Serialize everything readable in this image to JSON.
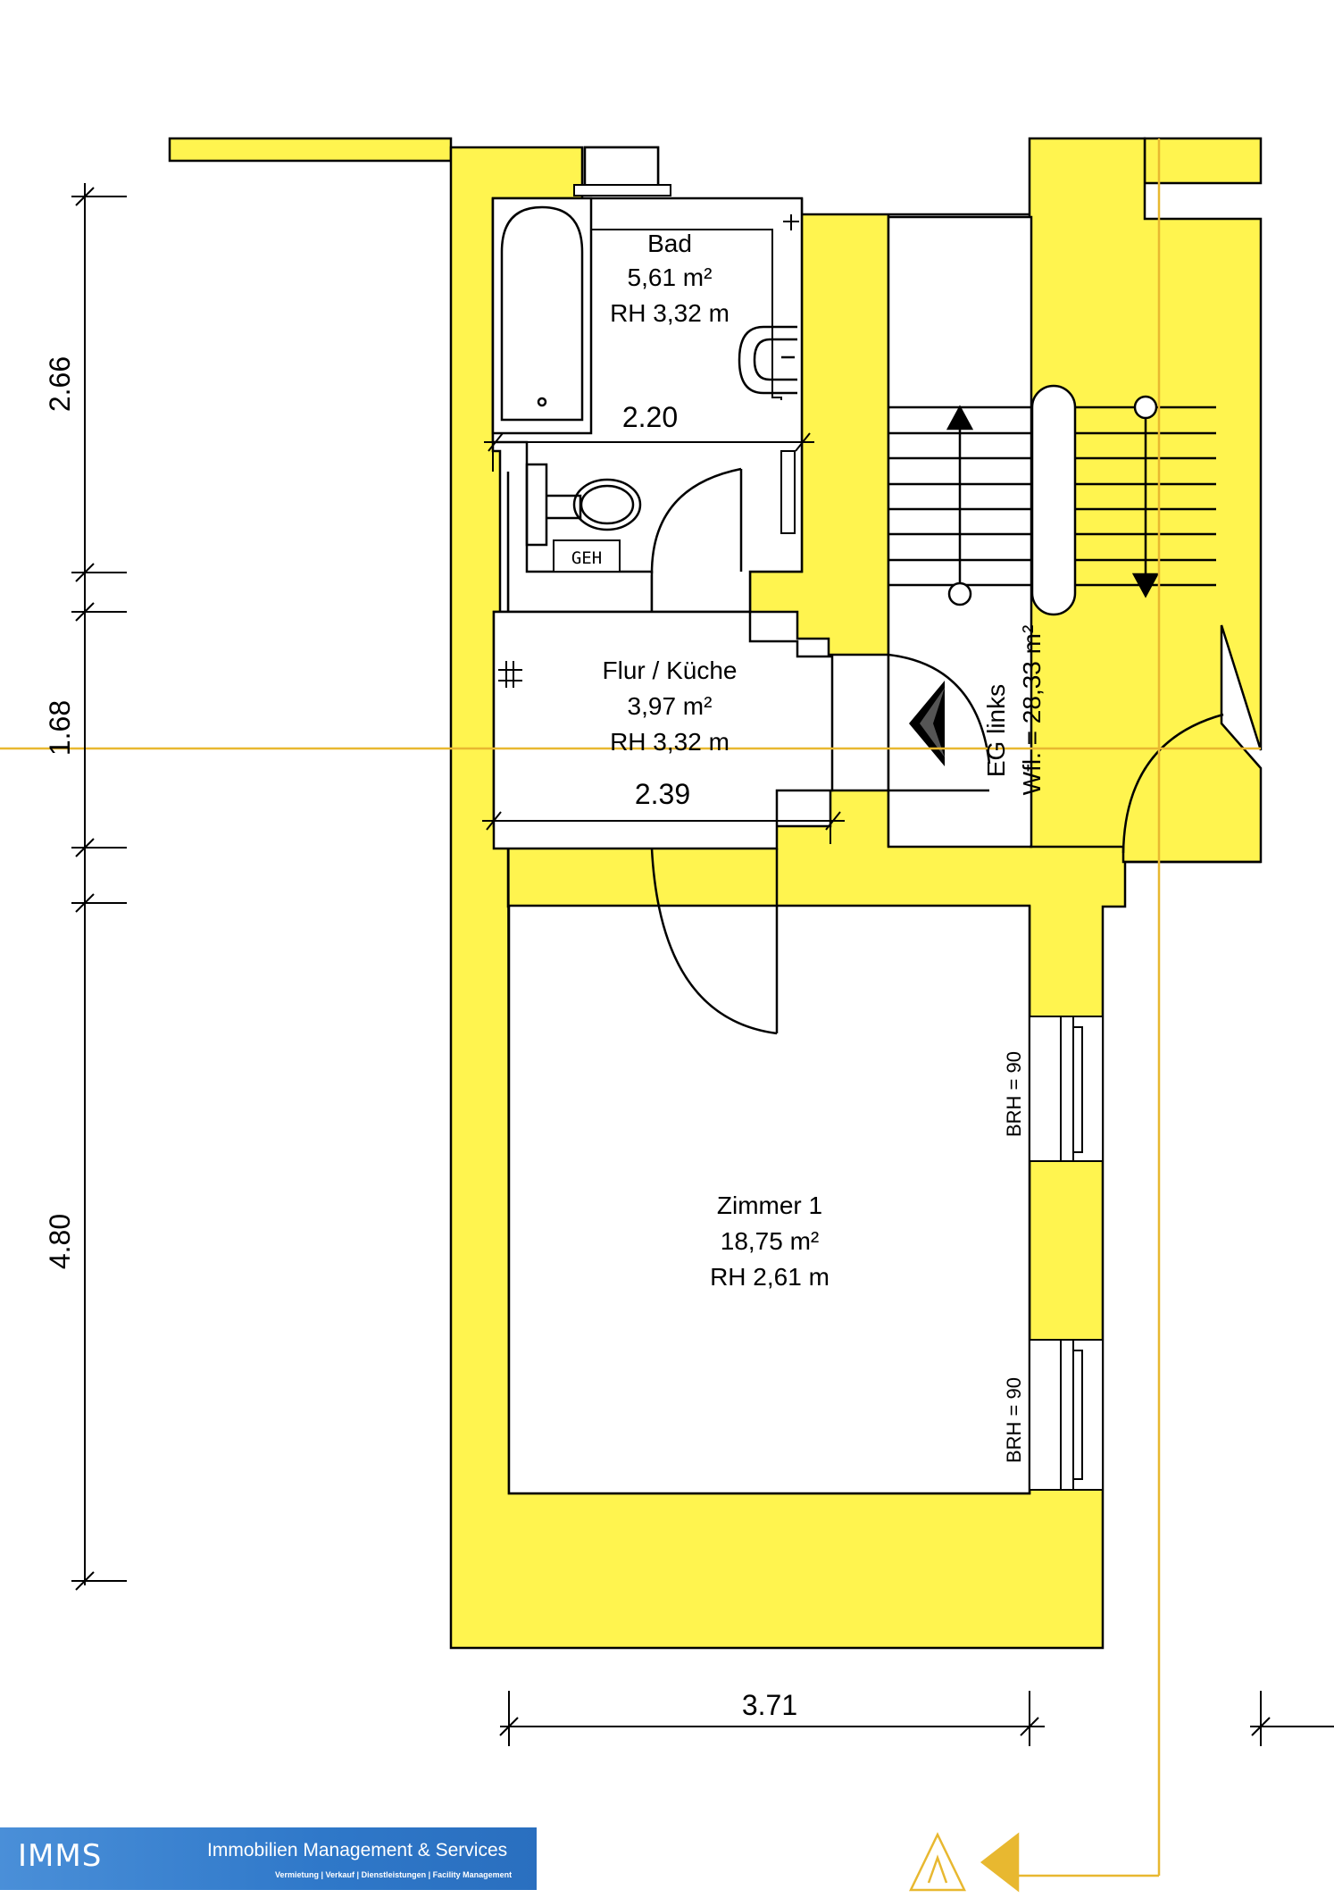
{
  "rooms": {
    "bad": {
      "name": "Bad",
      "area": "5,61 m²",
      "height": "RH 3,32 m"
    },
    "flur": {
      "name": "Flur / Küche",
      "area": "3,97 m²",
      "height": "RH 3,32 m"
    },
    "zimmer": {
      "name": "Zimmer 1",
      "area": "18,75 m²",
      "height": "RH 2,61 m"
    }
  },
  "unit": {
    "name": "EG links",
    "area": "Wfl. = 28,33 m²"
  },
  "dimensions": {
    "left_top": "2.66",
    "left_mid": "1.68",
    "left_bottom": "4.80",
    "bad_width": "2.20",
    "flur_width": "2.39",
    "zimmer_width": "3.71"
  },
  "fixtures": {
    "wc_label": "GEH",
    "window_top": "BRH = 90",
    "window_bottom": "BRH = 90"
  },
  "logo": {
    "mark": "IMMS",
    "name": "Immobilien Management & Services",
    "tagline": "Vermietung | Verkauf | Dienstleistungen | Facility Management"
  },
  "colors": {
    "wall": "#fff44f",
    "orientation": "#e8b830",
    "logo": "#2f78c9"
  }
}
